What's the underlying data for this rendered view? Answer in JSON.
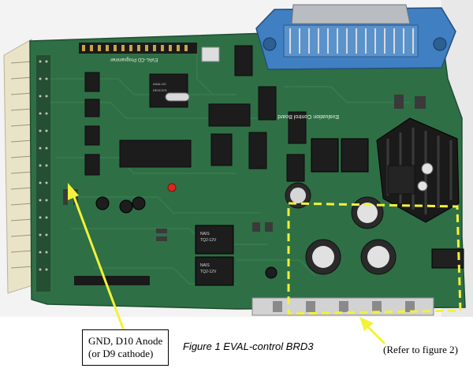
{
  "pcb": {
    "connector_label": "Evaluation Control Board",
    "programmer_label": "EVAL-CD Programmer"
  },
  "annotations": {
    "callout_line1": "GND, D10 Anode",
    "callout_line2": "(or D9 cathode)",
    "figure_caption": "Figure 1 EVAL-control BRD3",
    "refer_note": "(Refer to figure 2)"
  },
  "colors": {
    "board": "#2f6f45",
    "highlight": "#f2f23a",
    "connector": "#3f7fc2"
  }
}
